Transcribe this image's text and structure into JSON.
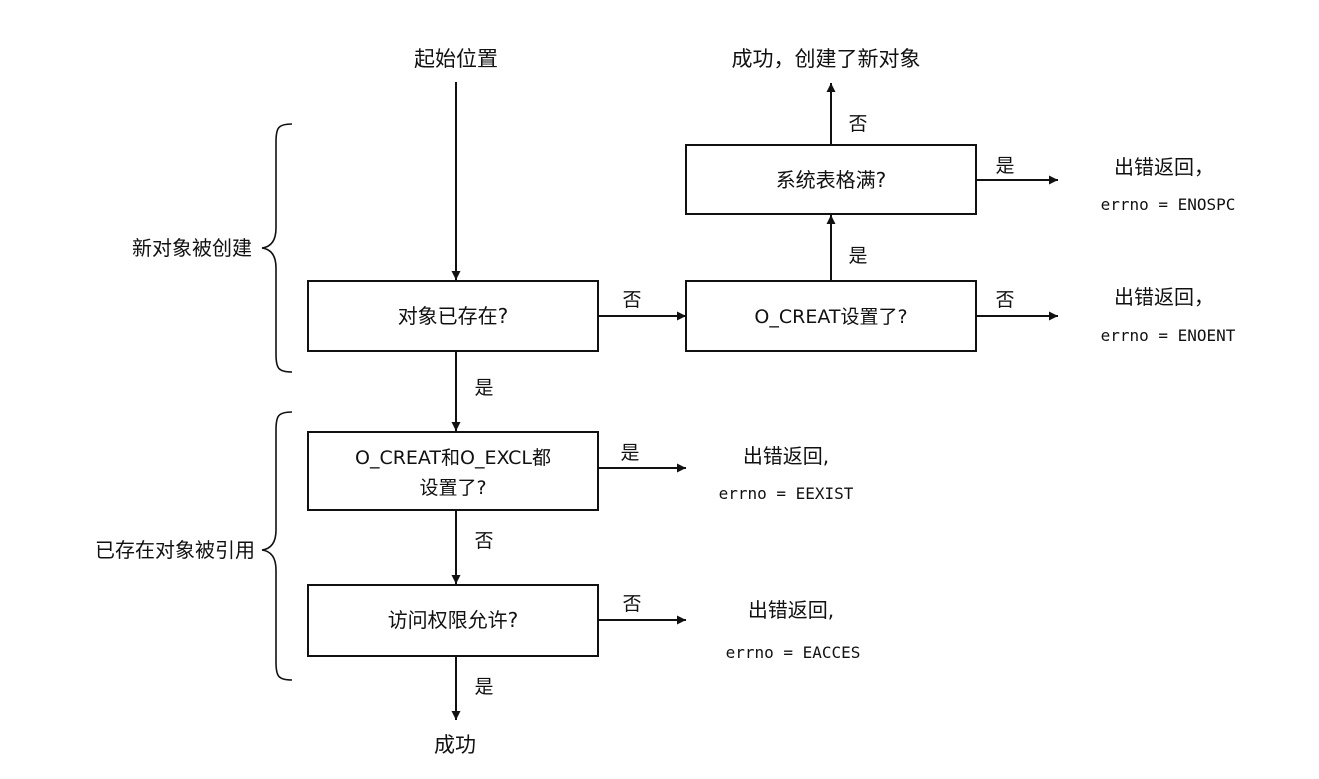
{
  "start_label": "起始位置",
  "success_created": "成功，创建了新对象",
  "success": "成功",
  "braces": {
    "new_object": "新对象被创建",
    "existing_object": "已存在对象被引用"
  },
  "decisions": {
    "object_exists": "对象已存在?",
    "table_full": "系统表格满?",
    "o_creat_set": "O_CREAT设置了?",
    "creat_excl_line1": "O_CREAT和O_EXCL都",
    "creat_excl_line2": "设置了?",
    "access_allowed": "访问权限允许?"
  },
  "edge_labels": {
    "no": "否",
    "yes": "是"
  },
  "errors": {
    "return_label": "出错返回,",
    "return_label_b": "出错返回，",
    "enospc": "errno = ENOSPC",
    "enoent": "errno = ENOENT",
    "eexist": "errno = EEXIST",
    "eacces": "errno = EACCES"
  }
}
